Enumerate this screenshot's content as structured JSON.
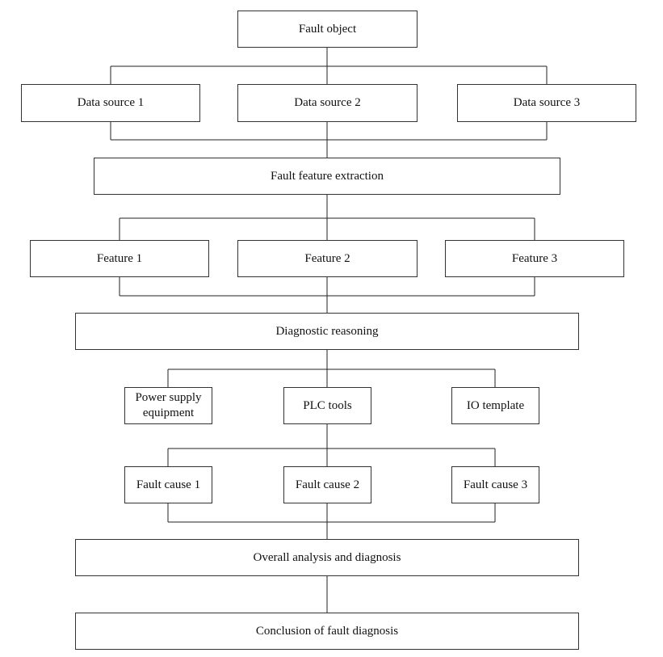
{
  "diagram": {
    "fault_object": "Fault object",
    "data_sources": [
      "Data source 1",
      "Data source 2",
      "Data source 3"
    ],
    "feature_extraction": "Fault feature extraction",
    "features": [
      "Feature 1",
      "Feature 2",
      "Feature 3"
    ],
    "diagnostic_reasoning": "Diagnostic reasoning",
    "reasoning_inputs": [
      "Power supply equipment",
      "PLC tools",
      "IO template"
    ],
    "fault_causes": [
      "Fault cause 1",
      "Fault cause 2",
      "Fault cause 3"
    ],
    "overall_analysis": "Overall analysis and diagnosis",
    "conclusion": "Conclusion of fault diagnosis"
  }
}
